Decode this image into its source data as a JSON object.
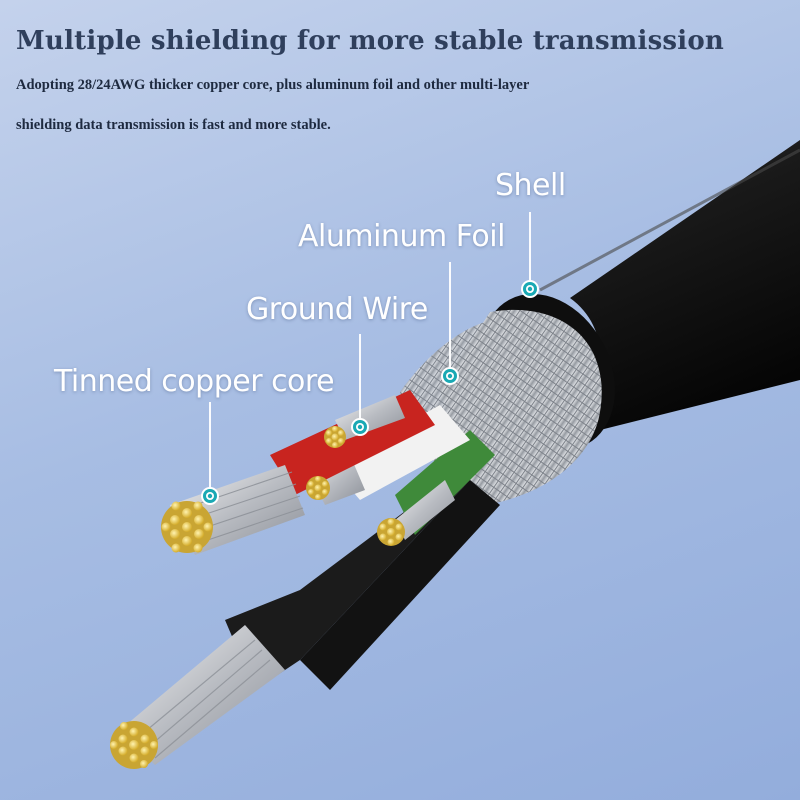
{
  "headline": "Multiple shielding for more stable transmission",
  "description": {
    "line1": "Adopting 28/24AWG thicker copper core, plus aluminum foil and other multi-layer",
    "line2": "shielding data transmission is fast and more stable."
  },
  "callouts": {
    "shell": "Shell",
    "aluminum_foil": "Aluminum Foil",
    "ground_wire": "Ground Wire",
    "tinned_copper_core": "Tinned copper core"
  },
  "colors": {
    "background": "#a7bde3",
    "headline": "#2f3f5c",
    "callout_text": "#ffffff",
    "marker": "#1aa9b4",
    "jacket": "#141414",
    "red_insulation": "#c8241f",
    "white_insulation": "#f2f2f2",
    "green_insulation": "#3f8a3a",
    "copper_tin": "#e8c84a"
  }
}
